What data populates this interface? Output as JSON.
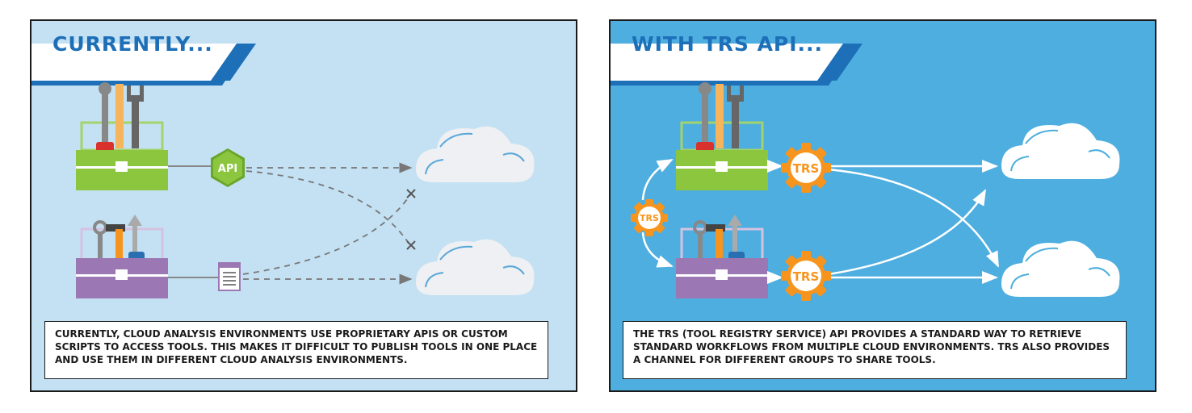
{
  "left_panel": {
    "title": "CURRENTLY...",
    "api_label": "API",
    "caption": "CURRENTLY, CLOUD ANALYSIS ENVIRONMENTS USE PROPRIETARY APIS OR CUSTOM SCRIPTS TO ACCESS TOOLS. THIS MAKES IT DIFFICULT TO PUBLISH TOOLS IN ONE PLACE AND USE THEM IN DIFFERENT CLOUD ANALYSIS ENVIRONMENTS."
  },
  "right_panel": {
    "title": "WITH TRS API...",
    "trs_label": "TRS",
    "caption": "THE TRS (TOOL REGISTRY SERVICE) API PROVIDES A STANDARD WAY TO RETRIEVE STANDARD WORKFLOWS FROM MULTIPLE CLOUD ENVIRONMENTS. TRS ALSO PROVIDES A CHANNEL FOR DIFFERENT GROUPS TO SHARE TOOLS."
  },
  "colors": {
    "left_bg": "#c3e1f3",
    "right_bg": "#4daedf",
    "title_blue": "#1d6fb8",
    "green_toolbox": "#8cc63f",
    "purple_toolbox": "#9b78b3",
    "api_hexagon": "#7ab82c",
    "trs_gear": "#f7941d",
    "cloud": "#eef0f3"
  }
}
